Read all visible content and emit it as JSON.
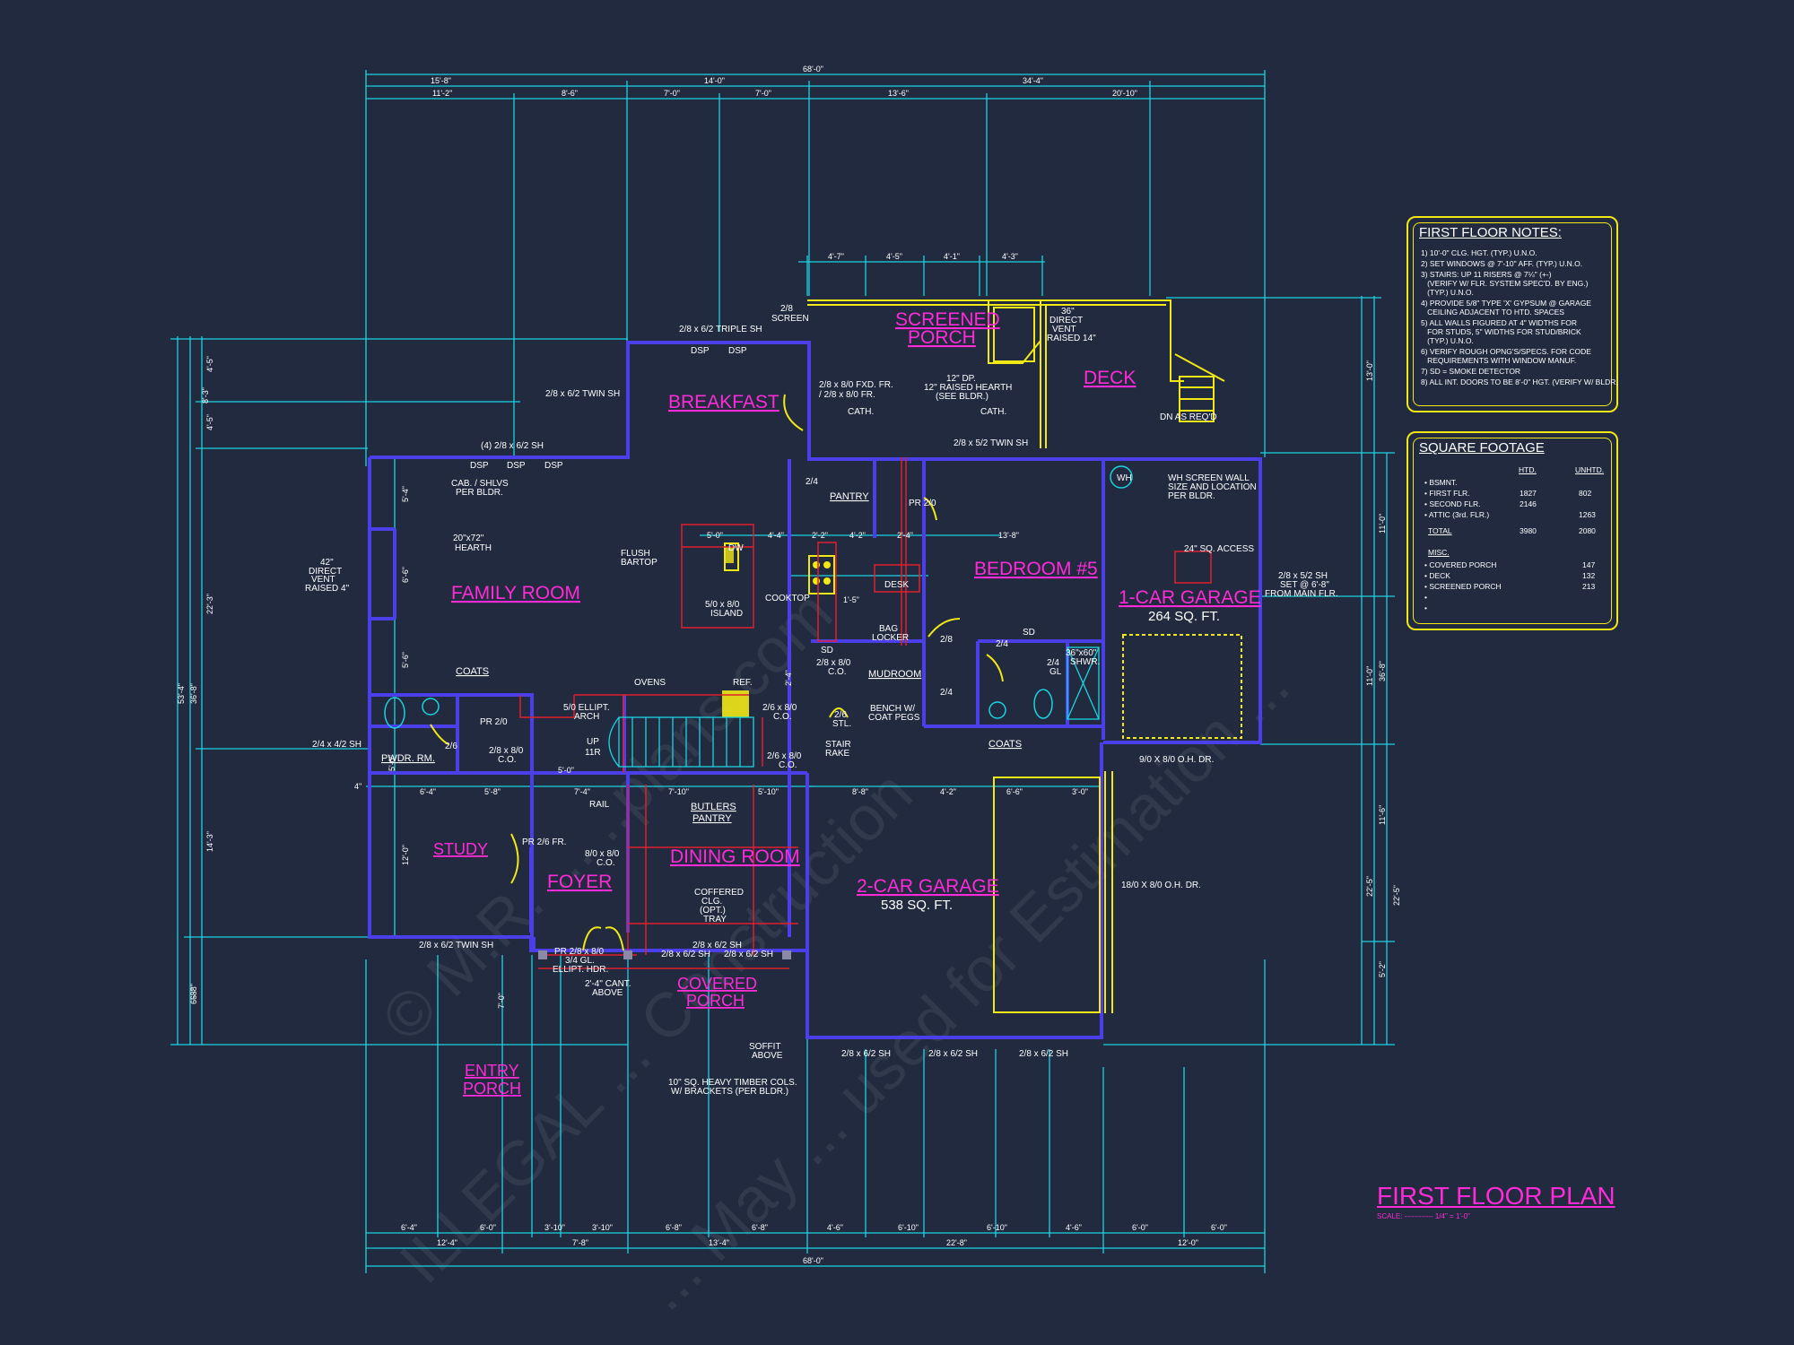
{
  "watermark": {
    "line1": "© M.R. ... ..plans.com",
    "line2": "ILLEGAL ... Construction",
    "line3": "... May ... used for Estimation ..."
  },
  "colors": {
    "background": "#222a3f",
    "walls": "#4a3fe8",
    "dimensions": "#19d4e0",
    "room_labels": "#ff2bd6",
    "notes_border": "#f1e816",
    "framing": "#e0202e"
  },
  "rooms": {
    "breakfast": "BREAKFAST",
    "screened_porch": "SCREENED\nPORCH",
    "deck": "DECK",
    "family_room": "FAMILY ROOM",
    "bedroom5": "BEDROOM #5",
    "garage1": "1-CAR GARAGE",
    "garage1_sqft": "264 SQ. FT.",
    "garage2": "2-CAR GARAGE",
    "garage2_sqft": "538 SQ. FT.",
    "study": "STUDY",
    "foyer": "FOYER",
    "dining": "DINING ROOM",
    "covered_porch_1": "COVERED",
    "covered_porch_2": "PORCH",
    "entry_porch_1": "ENTRY",
    "entry_porch_2": "PORCH",
    "pwdr": "PWDR. RM.",
    "pantry": "PANTRY",
    "mudroom": "MUDROOM",
    "butlers_1": "BUTLERS",
    "butlers_2": "PANTRY",
    "coats_left": "COATS",
    "coats_right": "COATS",
    "desk": "DESK"
  },
  "labels": {
    "triple_sh": "2/8 x 6/2 TRIPLE SH",
    "dsp1": "DSP",
    "dsp2": "DSP",
    "twin_sh_top": "2/8 x 6/2 TWIN SH",
    "four_sh": "(4) 2/8 x 6/2 SH",
    "dsp3": "DSP",
    "dsp4": "DSP",
    "dsp5": "DSP",
    "screen_1": "2/8",
    "screen_2": "SCREEN",
    "direct_vent_1": "36\"",
    "direct_vent_2": "DIRECT",
    "direct_vent_3": "VENT",
    "direct_vent_4": "RAISED 14\"",
    "dn_as_reqd": "DN AS REQ'D",
    "fxd_fr_1": "2/8 x 8/0 FXD. FR.",
    "fxd_fr_2": "/ 2/8 x 8/0 FR.",
    "cath1": "CATH.",
    "cath2": "CATH.",
    "hearth_dp_1": "12\" DP.",
    "hearth_dp_2": "12\" RAISED HEARTH",
    "hearth_dp_3": "(SEE BLDR.)",
    "twin_sh_deck": "2/8 x 5/2 TWIN SH",
    "cab_shlvs_1": "CAB. / SHLVS",
    "cab_shlvs_2": "PER BLDR.",
    "hearth_1": "20\"x72\"",
    "hearth_2": "HEARTH",
    "dv_left_1": "42\"",
    "dv_left_2": "DIRECT",
    "dv_left_3": "VENT",
    "dv_left_4": "RAISED 4\"",
    "flush_bartop_1": "FLUSH",
    "flush_bartop_2": "BARTOP",
    "dw": "DW",
    "island_1": "5/0 x 8/0",
    "island_2": "ISLAND",
    "cooktop": "COOKTOP",
    "pr_2_0": "PR 2/0",
    "wh": "WH",
    "wh_note_1": "WH SCREEN WALL",
    "wh_note_2": "SIZE AND LOCATION",
    "wh_note_3": "PER BLDR.",
    "access": "24\" SQ. ACCESS",
    "set_down_1": "2/8 x 5/2 SH",
    "set_down_2": "SET @ 6'-8\"",
    "set_down_3": "FROM MAIN FLR.",
    "bag_locker_1": "BAG",
    "bag_locker_2": "LOCKER",
    "sd_1": "SD",
    "sd_2": "SD",
    "shwr_1": "36\"x60\"",
    "shwr_2": "SHWR.",
    "co_1": "2/8 x 8/0",
    "co_2": "C.O.",
    "bench_1": "BENCH W/",
    "bench_2": "COAT PEGS",
    "stl_1": "2/6",
    "stl_2": "STL.",
    "door_2_8": "2/8",
    "door_2_4a": "2/4",
    "door_2_4b": "2/4",
    "door_2_4c": "2/4",
    "gl_1": "2/4",
    "gl_2": "GL",
    "garage_door_1": "9/0 X 8/0 O.H. DR.",
    "garage_door_2": "18/0 X 8/0 O.H. DR.",
    "twin_sh_pwdr": "2/4 x 4/2 SH",
    "pr_2_0_b": "PR 2/0",
    "door_2_6": "2/6",
    "co_pwdr_1": "2/8 x 8/0",
    "co_pwdr_2": "C.O.",
    "ellipt_arch_1": "5/0 ELLIPT.",
    "ellipt_arch_2": "ARCH",
    "ovens": "OVENS",
    "ref": "REF.",
    "co_butlers_1": "2/6 x 8/0",
    "co_butlers_2": "C.O.",
    "co_butlers_3": "2/6 x 8/0",
    "co_butlers_4": "C.O.",
    "up_1": "UP",
    "up_2": "11R",
    "stair_rake_1": "STAIR",
    "stair_rake_2": "RAKE",
    "rail": "RAIL",
    "pr_2_6_fr": "PR 2/6 FR.",
    "co_foyer_1": "8/0 x 8/0",
    "co_foyer_2": "C.O.",
    "coffered_1": "COFFERED",
    "coffered_2": "CLG.",
    "coffered_3": "(OPT.)",
    "coffered_4": "TRAY",
    "twin_sh_study": "2/8 x 6/2 TWIN SH",
    "pr_entry_1": "PR 2/8 x 8/0",
    "pr_entry_2": "3/4 GL.",
    "pr_entry_3": "ELLIPT. HDR.",
    "cant_1": "2'-4\" CANT.",
    "cant_2": "ABOVE",
    "dining_sh_1": "2/8 x 6/2 SH",
    "dining_sh_2": "2/8 x 6/2 SH",
    "dining_sh_3": "2/8 x 6/2 SH",
    "soffit_1": "SOFFIT",
    "soffit_2": "ABOVE",
    "timber_1": "10\" SQ. HEAVY TIMBER COLS.",
    "timber_2": "W/ BRACKETS (PER BLDR.)",
    "garage_sh_1": "2/8 x 6/2 SH",
    "garage_sh_2": "2/8 x 6/2 SH",
    "garage_sh_3": "2/8 x 6/2 SH"
  },
  "dimensions_top": {
    "overall": "68'-0\"",
    "row2": [
      "15'-8\"",
      "14'-0\"",
      "34'-4\""
    ],
    "row3": [
      "11'-2\"",
      "8'-6\"",
      "7'-0\"",
      "7'-0\"",
      "13'-6\"",
      "20'-10\""
    ],
    "porch": [
      "4'-7\"",
      "4'-5\"",
      "4'-1\"",
      "4'-3\""
    ]
  },
  "dimensions_bottom": {
    "row1": [
      "6'-4\"",
      "6'-0\"",
      "3'-10\"",
      "3'-10\"",
      "6'-8\"",
      "6'-8\"",
      "4'-6\"",
      "6'-10\"",
      "6'-10\"",
      "4'-6\"",
      "6'-0\"",
      "6'-0\""
    ],
    "row2": [
      "12'-4\"",
      "7'-8\"",
      "13'-4\"",
      "22'-8\"",
      "12'-0\""
    ],
    "overall": "68'-0\""
  },
  "dimensions_left": {
    "overall": "53'-4\"",
    "row2": [
      "36'-8\"",
      "6'-8\""
    ],
    "row3": [
      "8'-3\"",
      "4'-5\"",
      "4'-5\"",
      "22'-3\"",
      "14'-3\"",
      "6'-8\""
    ],
    "inner": [
      "5'-4\"",
      "5'-6\"",
      "6'-6\"",
      "5'-0\"",
      "12'-0\"",
      "7'-0\"",
      "4\""
    ]
  },
  "dimensions_right": {
    "overall": "36'-8\"",
    "row2": [
      "13'-0\"",
      "22'-5\""
    ],
    "row3": [
      "11'-0\"",
      "11'-0\"",
      "11'-6\"",
      "22'-5\"",
      "5'-2\""
    ]
  },
  "dimensions_interior": [
    "6'-4\"",
    "5'-8\"",
    "7'-4\"",
    "7'-10\"",
    "5'-10\"",
    "8'-8\"",
    "4'-2\"",
    "6'-6\"",
    "3'-0\"",
    "5'-0\"",
    "2'-2\"",
    "4'-2\"",
    "2'-4\"",
    "13'-8\"",
    "5'-0\"",
    "4'-4\"",
    "2'-4\"",
    "1'-5\""
  ],
  "notes": {
    "title": "FIRST FLOOR NOTES:",
    "items": [
      "1) 10'-0\" CLG. HGT. (TYP.) U.N.O.",
      "2) SET WINDOWS @ 7'-10\" AFF. (TYP.) U.N.O.",
      "3) STAIRS: UP 11 RISERS @ 7¼\" (+-)",
      "   (VERIFY W/ FLR. SYSTEM SPEC'D. BY ENG.)",
      "   (TYP.) U.N.O.",
      "4) PROVIDE 5/8\" TYPE 'X' GYPSUM @ GARAGE",
      "   CEILING ADJACENT TO HTD. SPACES",
      "5) ALL WALLS FIGURED AT 4\" WIDTHS FOR",
      "   FOR STUDS, 5\" WIDTHS FOR STUD/BRICK",
      "   (TYP.) U.N.O.",
      "6) VERIFY ROUGH OPNG'S/SPECS. FOR CODE",
      "   REQUIREMENTS WITH WINDOW MANUF.",
      "7) SD = SMOKE DETECTOR",
      "8) ALL INT. DOORS TO BE 8'-0\" HGT. (VERIFY W/ BLDR."
    ]
  },
  "square_footage": {
    "title": "SQUARE FOOTAGE",
    "col_htd": "HTD.",
    "col_unhtd": "UNHTD.",
    "rows": [
      {
        "label": "• BSMNT.",
        "htd": "",
        "unhtd": ""
      },
      {
        "label": "• FIRST FLR.",
        "htd": "1827",
        "unhtd": "802"
      },
      {
        "label": "• SECOND FLR.",
        "htd": "2146",
        "unhtd": ""
      },
      {
        "label": "• ATTIC (3rd. FLR.)",
        "htd": "",
        "unhtd": "1263"
      }
    ],
    "total_label": "TOTAL",
    "total_htd": "3980",
    "total_unhtd": "2080",
    "misc_label": "MISC.",
    "misc": [
      {
        "label": "• COVERED PORCH",
        "value": "147"
      },
      {
        "label": "• DECK",
        "value": "132"
      },
      {
        "label": "• SCREENED PORCH",
        "value": "213"
      }
    ],
    "bullets": [
      "•",
      "•"
    ]
  },
  "title": {
    "main": "FIRST FLOOR PLAN",
    "scale": "SCALE: ------------ 1/4\" = 1'-0\""
  }
}
